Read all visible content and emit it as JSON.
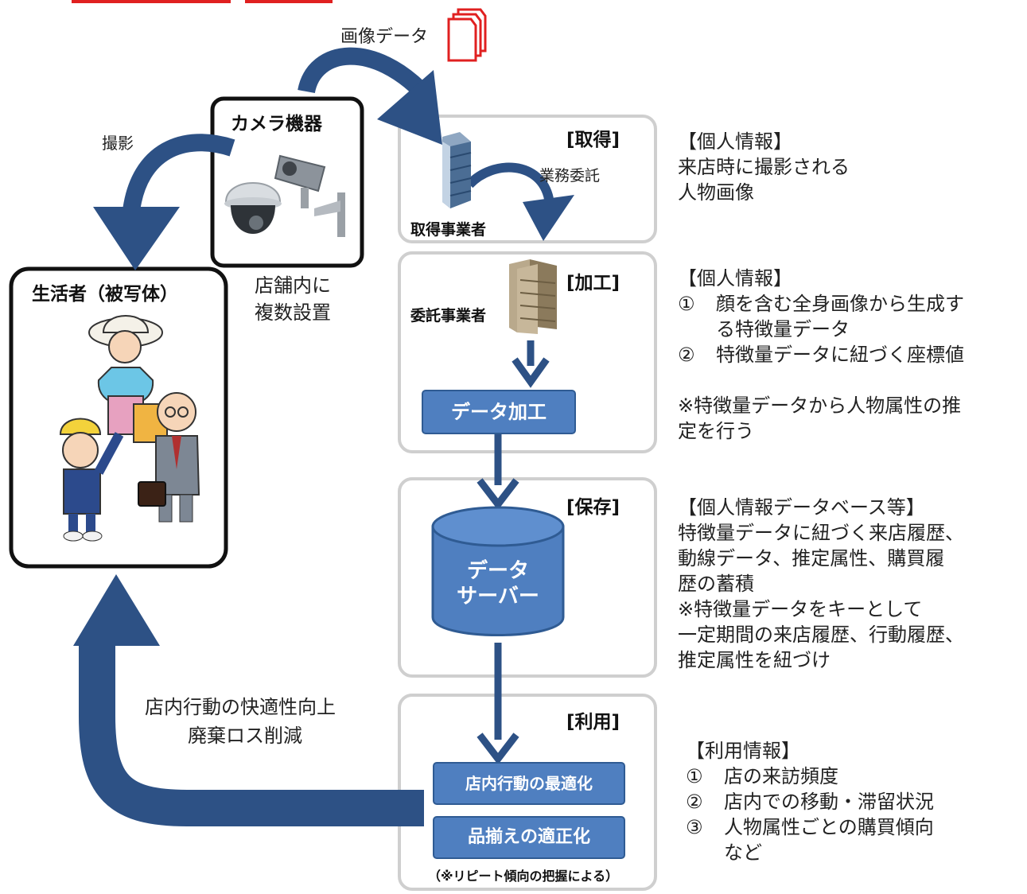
{
  "top_label": "画像データ",
  "camera": {
    "title": "カメラ機器",
    "caption_line1": "店舗内に",
    "caption_line2": "複数設置"
  },
  "shoot_label": "撮影",
  "subject": {
    "title": "生活者（被写体）"
  },
  "outsourcing_label": "業務委託",
  "stages": {
    "acquire": {
      "tag": "[取得]",
      "operator": "取得事業者"
    },
    "process": {
      "tag": "[加工]",
      "operator": "委託事業者",
      "button": "データ加工"
    },
    "store": {
      "tag": "[保存]",
      "server_line1": "データ",
      "server_line2": "サーバー"
    },
    "use": {
      "tag": "[利用]",
      "button1": "店内行動の最適化",
      "button2": "品揃えの適正化",
      "note": "（※リピート傾向の把握による）"
    }
  },
  "benefit": {
    "line1": "店内行動の快適性向上",
    "line2": "廃棄ロス削減"
  },
  "info_acquire": {
    "heading": "【個人情報】",
    "line1": "来店時に撮影される",
    "line2": "人物画像"
  },
  "info_process": {
    "heading": "【個人情報】",
    "item1_num": "①",
    "item1_a": "顔を含む全身画像から生成す",
    "item1_b": "る特徴量データ",
    "item2_num": "②",
    "item2": "特徴量データに紐づく座標値",
    "note_a": "※特徴量データから人物属性の推",
    "note_b": "定を行う"
  },
  "info_store": {
    "heading": "【個人情報データベース等】",
    "line1": "特徴量データに紐づく来店履歴、",
    "line2": "動線データ、推定属性、購買履",
    "line3": "歴の蓄積",
    "line4": "※特徴量データをキーとして",
    "line5": "一定期間の来店履歴、行動履歴、",
    "line6": "推定属性を紐づけ"
  },
  "info_use": {
    "heading": "【利用情報】",
    "item1_num": "①",
    "item1": "店の来訪頻度",
    "item2_num": "②",
    "item2": "店内での移動・滞留状況",
    "item3_num": "③",
    "item3": "人物属性ごとの購買傾向",
    "item3_cont": "など"
  },
  "colors": {
    "arrow": "#2d5185",
    "button": "#4f7fc0",
    "button_border": "#2f5b93",
    "stage_border": "#cfcfcf",
    "accent_red": "#e02020"
  },
  "icons": [
    "document-stack-icon",
    "dome-camera-icon",
    "bullet-camera-icon",
    "office-building-icon",
    "database-cylinder-icon",
    "shoppers-illustration"
  ]
}
